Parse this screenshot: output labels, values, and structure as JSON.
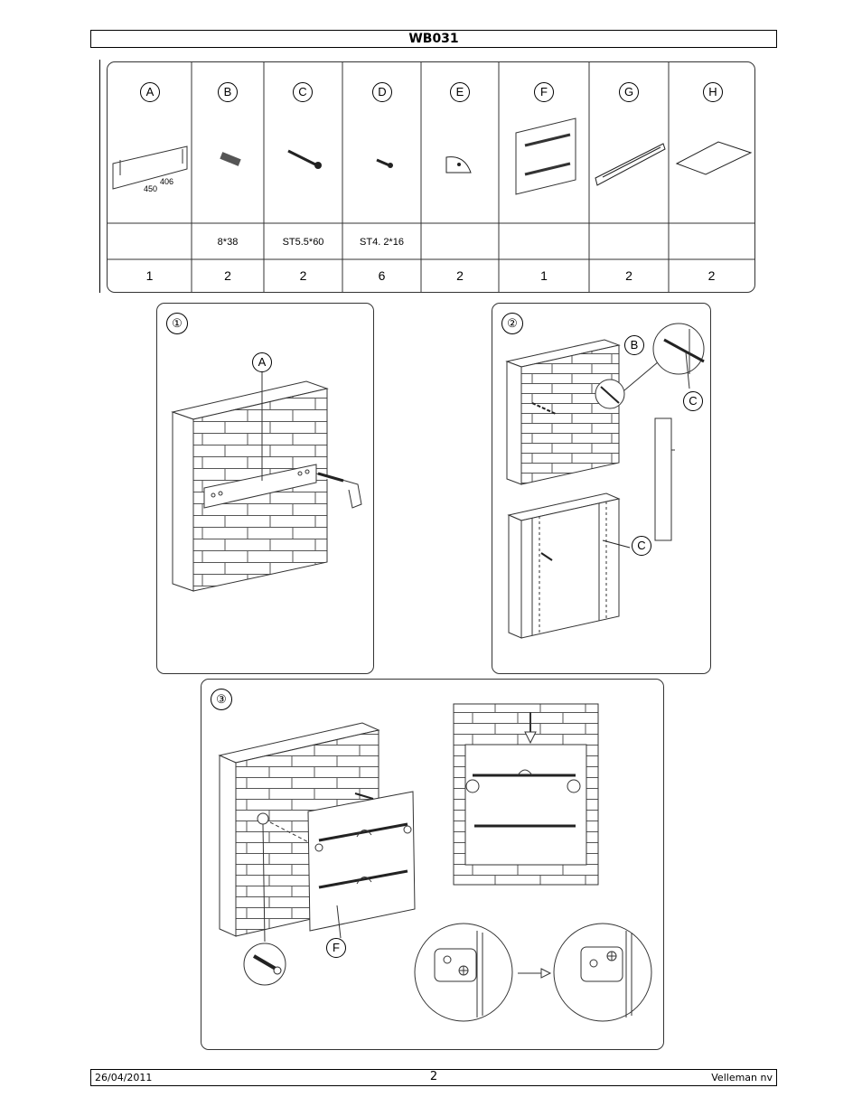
{
  "header": {
    "title": "WB031"
  },
  "parts": [
    {
      "letter": "A",
      "code": "",
      "qty": "1",
      "dims": [
        "406",
        "450"
      ]
    },
    {
      "letter": "B",
      "code": "8*38",
      "qty": "2"
    },
    {
      "letter": "C",
      "code": "ST5.5*60",
      "qty": "2"
    },
    {
      "letter": "D",
      "code": "ST4. 2*16",
      "qty": "6"
    },
    {
      "letter": "E",
      "code": "",
      "qty": "2"
    },
    {
      "letter": "F",
      "code": "",
      "qty": "1"
    },
    {
      "letter": "G",
      "code": "",
      "qty": "2"
    },
    {
      "letter": "H",
      "code": "",
      "qty": "2"
    }
  ],
  "steps": [
    {
      "number": "①",
      "callouts": [
        "A"
      ]
    },
    {
      "number": "②",
      "callouts": [
        "B",
        "C",
        "C"
      ]
    },
    {
      "number": "③",
      "callouts": [
        "F"
      ]
    }
  ],
  "footer": {
    "date": "26/04/2011",
    "page": "2",
    "company": "Velleman nv"
  }
}
